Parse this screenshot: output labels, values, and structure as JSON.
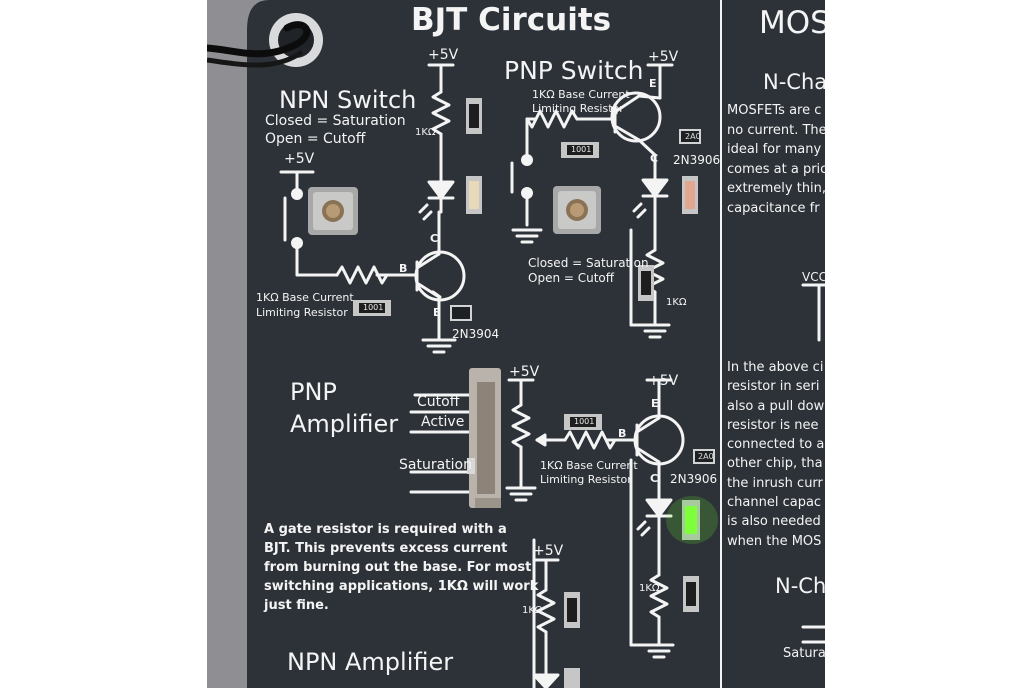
{
  "colors": {
    "board": "#2d3238",
    "silkscreen": "#f4f4f4",
    "background_wall": "#8f8f93",
    "led_lit": "#7dff3a"
  },
  "board": {
    "title": "BJT Circuits",
    "right_title": "MOS"
  },
  "npn_switch": {
    "title": "NPN Switch",
    "closed": "Closed = Saturation",
    "open": "Open = Cutoff",
    "supply_left": "+5V",
    "supply_top": "+5V",
    "collector_resistor": "1KΩ",
    "base_resistor_line1": "1KΩ Base Current",
    "base_resistor_line2": "Limiting Resistor",
    "resistor_code": "1001",
    "pin_b": "B",
    "pin_c": "C",
    "pin_e": "E",
    "transistor": "2N3904"
  },
  "pnp_switch": {
    "title": "PNP Switch",
    "supply": "+5V",
    "base_resistor_line1": "1KΩ Base Current",
    "base_resistor_line2": "Limiting Resistor",
    "resistor_code": "1001",
    "pin_b": "B",
    "pin_c": "C",
    "pin_e": "E",
    "transistor": "2N3906",
    "chip_code": "2A0",
    "closed": "Closed = Saturation",
    "open": "Open = Cutoff",
    "load_resistor": "1KΩ"
  },
  "pnp_amplifier": {
    "title_line1": "PNP",
    "title_line2": "Amplifier",
    "label_cutoff": "Cutoff",
    "label_active": "Active",
    "label_saturation": "Saturation",
    "supply_pot": "+5V",
    "supply_transistor": "+5V",
    "base_resistor_line1": "1KΩ Base Current",
    "base_resistor_line2": "Limiting Resistor",
    "resistor_code": "1001",
    "pin_b": "B",
    "pin_c": "C",
    "pin_e": "E",
    "transistor": "2N3906",
    "chip_code": "2A0",
    "load_resistor": "1KΩ"
  },
  "note": {
    "lines": [
      "A gate resistor is required with a",
      "BJT. This prevents excess current",
      "from burning out the base. For most",
      "switching applications, 1KΩ will work",
      "just fine."
    ]
  },
  "npn_amplifier": {
    "title": "NPN Amplifier",
    "supply": "+5V",
    "resistor": "1KΩ"
  },
  "mosfet": {
    "heading": "N-Cha",
    "paragraph1": [
      "MOSFETs are c",
      "no current. The",
      "ideal for many",
      "comes at a pric",
      "extremely thin,",
      "capacitance fr"
    ],
    "vcc_label": "VCC",
    "paragraph2": [
      "In the above ci",
      "resistor in seri",
      "also a pull dow",
      "resistor is nee",
      "connected to a",
      "other chip, tha",
      "the inrush curr",
      "channel capac",
      "is also needed",
      "when the MOS"
    ],
    "heading2": "N-Ch",
    "bottom_label": "Satura"
  }
}
